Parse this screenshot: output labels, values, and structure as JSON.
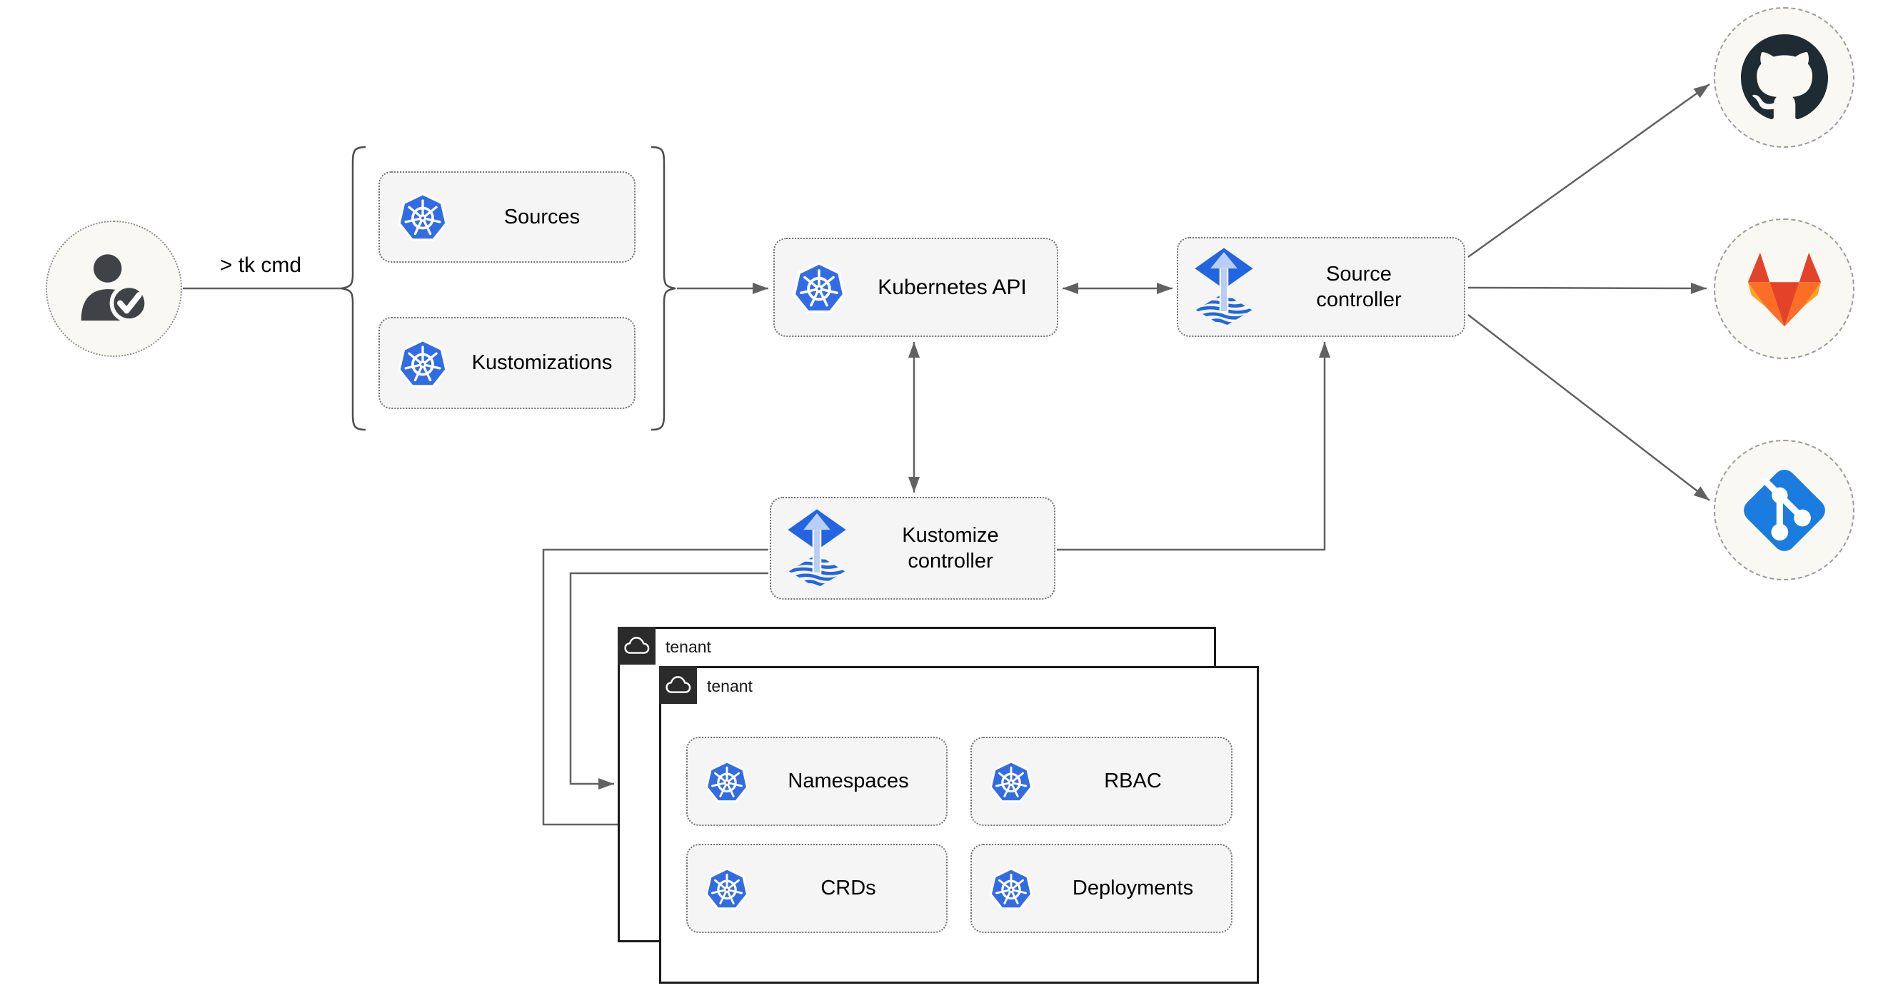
{
  "diagram": {
    "user": {
      "icon": "user-check-icon",
      "command_label": "> tk cmd"
    },
    "crd_group": {
      "items": [
        {
          "label": "Sources",
          "icon": "kubernetes-icon"
        },
        {
          "label": "Kustomizations",
          "icon": "kubernetes-icon"
        }
      ]
    },
    "kubernetes_api": {
      "label": "Kubernetes API",
      "icon": "kubernetes-icon"
    },
    "source_controller": {
      "label": "Source controller",
      "icon": "flux-icon"
    },
    "kustomize_controller": {
      "label": "Kustomize controller",
      "icon": "flux-icon"
    },
    "tenants": {
      "back": {
        "label": "tenant",
        "icon": "cloud-icon"
      },
      "front": {
        "label": "tenant",
        "icon": "cloud-icon",
        "resources": [
          {
            "label": "Namespaces",
            "icon": "kubernetes-icon"
          },
          {
            "label": "RBAC",
            "icon": "kubernetes-icon"
          },
          {
            "label": "CRDs",
            "icon": "kubernetes-icon"
          },
          {
            "label": "Deployments",
            "icon": "kubernetes-icon"
          }
        ]
      }
    },
    "git_providers": [
      {
        "icon": "github-icon"
      },
      {
        "icon": "gitlab-icon"
      },
      {
        "icon": "git-icon"
      }
    ],
    "colors": {
      "kubernetes_blue": "#326ce5",
      "flux_blue": "#2365e0",
      "flux_light_arrow": "#b9cdf5",
      "chip_fill": "#f5f5f5",
      "edge_gray": "#616161",
      "tenant_tab_dark": "#2b2b2b",
      "github_dark": "#1f2b33",
      "gitlab_red": "#e24329",
      "gitlab_orange": "#fc6d26",
      "gitlab_amber": "#fca326",
      "git_blue": "#1b7ce0",
      "endpoint_fill": "#faf8f3",
      "user_icon_gray": "#3f4347"
    }
  }
}
